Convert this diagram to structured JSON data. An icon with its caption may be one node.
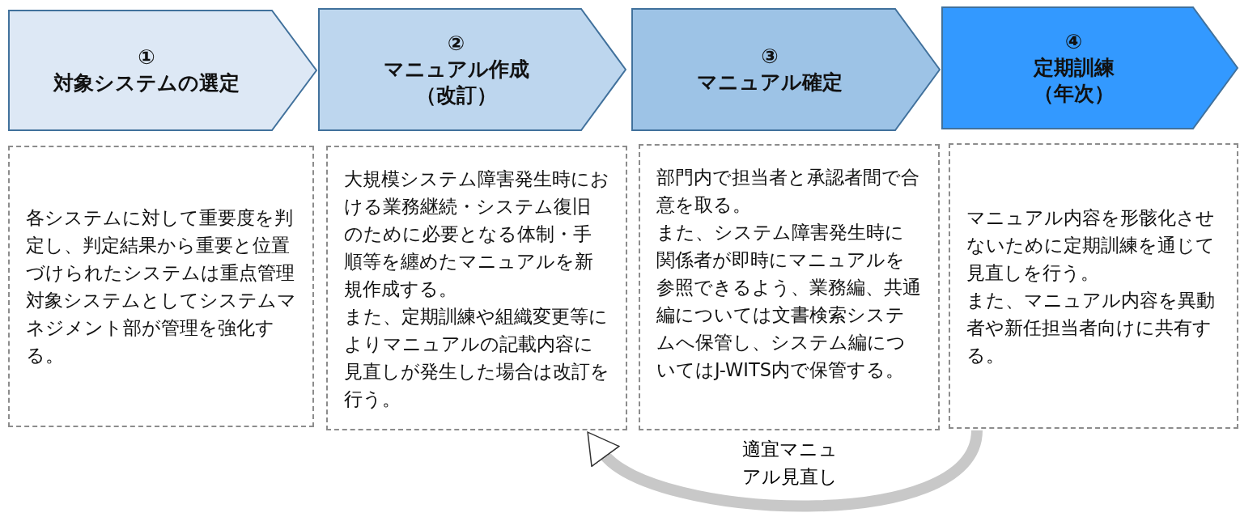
{
  "diagram": {
    "nodes": [
      {
        "text": [
          "①",
          "対象システムの選定"
        ]
      },
      {
        "text": [
          "②",
          "マニュアル作成（改訂）"
        ]
      },
      {
        "text": [
          "③",
          "マニュアル確定"
        ]
      },
      {
        "text": [
          "④",
          "定期訓練（年次）"
        ]
      },
      {
        "text": [
          "各システムに対して重要度を判定し、判定結果から重要と位置づけられたシステムは重点管理対象システムとしてシステムマネジメント部が管理を強化する。"
        ]
      },
      {
        "text": [
          "大規模システム障害発生時における業務継続・システム復旧のために必要となる体制・手順等を纏めたマニュアルを新規作成する。",
          "また、定期訓練や組織変更等によりマニュアルの記載内容に見直しが発生した場合は改訂を行う。"
        ]
      },
      {
        "text": [
          "部門内で担当者と承認者間で合意を取る。",
          "また、システム障害発生時に関係者が即時にマニュアルを参照できるよう、業務編、共通編については文書検索システムへ保管し、システム編についてはJ-WITS内で保管する。"
        ]
      },
      {
        "text": [
          "マニュアル内容を形骸化させないために定期訓練を通じて見直しを行う。",
          "また、マニュアル内容を異動者や新任担当者向けに共有する。"
        ]
      }
    ],
    "edges": [
      {
        "from": 7,
        "to": 5,
        "arrow": "to",
        "label": "適宜マニュアル見直し"
      }
    ]
  }
}
